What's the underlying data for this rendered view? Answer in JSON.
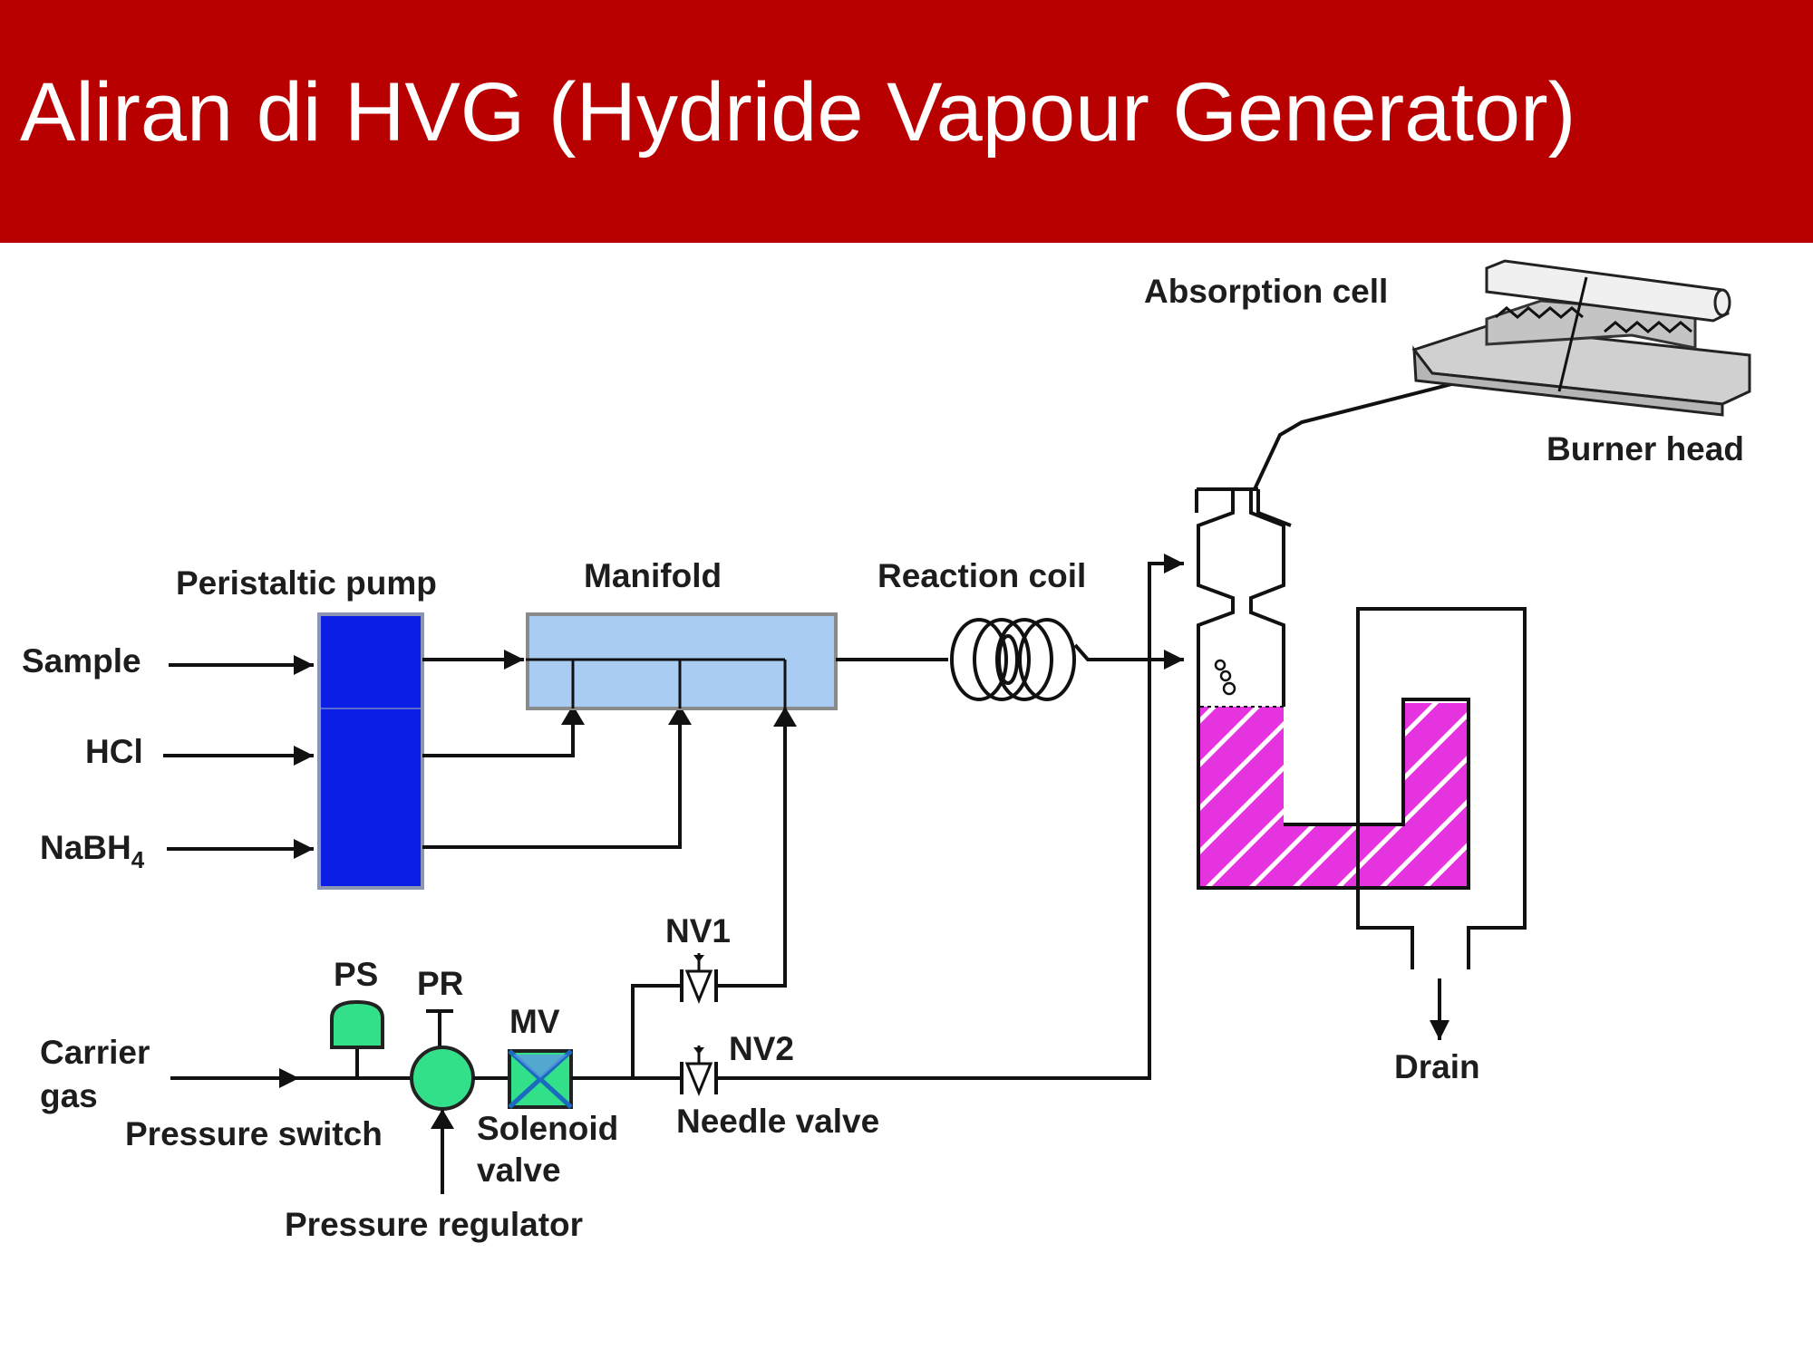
{
  "slide": {
    "title": "Aliran di HVG (Hydride Vapour Generator)"
  },
  "colors": {
    "header_bg": "#b90000",
    "pump_fill": "#0a1ee6",
    "manifold_fill": "#a9cdf2",
    "gas_component_fill": "#33e08a",
    "liquid_fill": "#e633e0"
  },
  "diagram": {
    "labels": {
      "absorption_cell": "Absorption cell",
      "burner_head": "Burner head",
      "peristaltic_pump": "Peristaltic pump",
      "manifold": "Manifold",
      "reaction_coil": "Reaction coil",
      "sample": "Sample",
      "hcl": "HCl",
      "nabh4_base": "NaBH",
      "nabh4_sub": "4",
      "nv1": "NV1",
      "nv2": "NV2",
      "ps": "PS",
      "pr": "PR",
      "mv": "MV",
      "carrier_gas_line1": "Carrier",
      "carrier_gas_line2": "gas",
      "pressure_switch": "Pressure switch",
      "solenoid_valve_line1": "Solenoid",
      "solenoid_valve_line2": "valve",
      "needle_valve": "Needle valve",
      "pressure_regulator": "Pressure regulator",
      "drain": "Drain"
    }
  }
}
